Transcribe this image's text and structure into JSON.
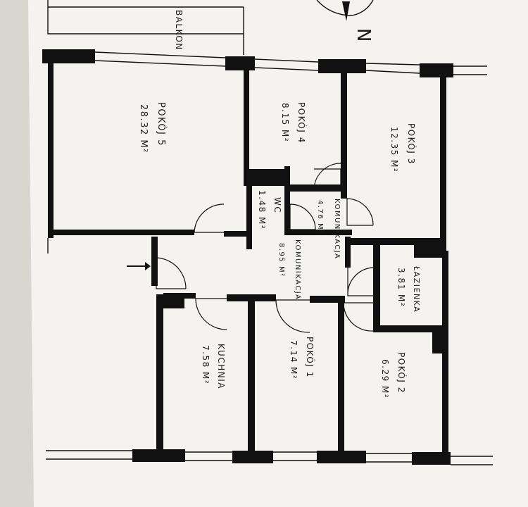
{
  "plan": {
    "compass_letter": "N",
    "balcony": "BALKON",
    "entrance_arrow": "entrance-arrow",
    "rooms": [
      {
        "id": "pokoj5",
        "name": "POKÓJ 5",
        "area": "28.32 M²"
      },
      {
        "id": "pokoj4",
        "name": "POKÓJ 4",
        "area": "8.15 M²"
      },
      {
        "id": "pokoj3",
        "name": "POKÓJ 3",
        "area": "12.35 M²"
      },
      {
        "id": "wc",
        "name": "WC",
        "area": "1.48 M²"
      },
      {
        "id": "komunikacja1",
        "name": "KOMUNIKACJA",
        "area": "4.76 M²"
      },
      {
        "id": "komunikacja2",
        "name": "KOMUNIKACJA",
        "area": "8.95 M²"
      },
      {
        "id": "lazienka",
        "name": "ŁAZIENKA",
        "area": "3.81 M²"
      },
      {
        "id": "kuchnia",
        "name": "KUCHNIA",
        "area": "7.58 M²"
      },
      {
        "id": "pokoj1",
        "name": "POKÓJ 1",
        "area": "7.14 M²"
      },
      {
        "id": "pokoj2",
        "name": "POKÓJ 2",
        "area": "6.29 M²"
      }
    ]
  },
  "colors": {
    "paper": "#f4f3f0",
    "background": "#d9d6d0",
    "ink": "#111111"
  }
}
